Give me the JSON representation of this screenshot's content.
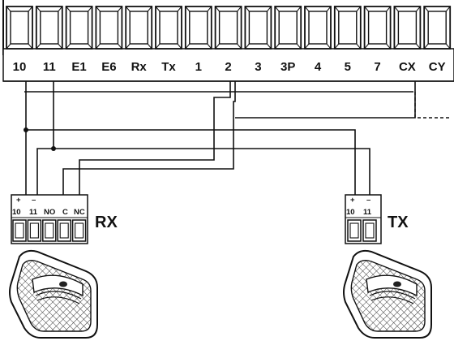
{
  "control_board": {
    "terminals": [
      "10",
      "11",
      "E1",
      "E6",
      "Rx",
      "Tx",
      "1",
      "2",
      "3",
      "3P",
      "4",
      "5",
      "7",
      "CX",
      "CY"
    ]
  },
  "receiver": {
    "name": "RX",
    "terminals": [
      "10",
      "11",
      "NO",
      "C",
      "NC"
    ],
    "polarity": [
      "+",
      "–"
    ]
  },
  "transmitter": {
    "name": "TX",
    "terminals": [
      "10",
      "11"
    ],
    "polarity": [
      "+",
      "–"
    ]
  },
  "connections": [
    {
      "from": "10",
      "to": [
        "RX.10",
        "TX.10"
      ]
    },
    {
      "from": "11",
      "to": [
        "RX.11",
        "TX.11"
      ]
    },
    {
      "from": "2",
      "to": [
        "RX.C"
      ]
    },
    {
      "from": "CX",
      "to": [
        "RX.NC"
      ],
      "style": "dashed"
    }
  ],
  "colors": {
    "line": "#111111",
    "background": "#ffffff",
    "hatch": "#222222"
  }
}
